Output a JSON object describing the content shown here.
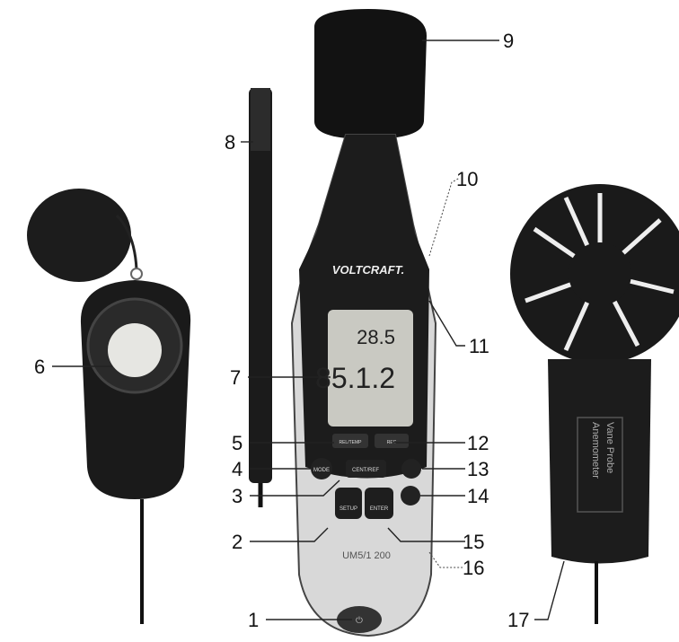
{
  "device": {
    "brand": "VOLTCRAFT.",
    "model": "UM5/1 200",
    "display_top": "28.5",
    "display_main": "85.1.2",
    "buttons": {
      "mode": "MODE",
      "left_top": "REL/TEMP",
      "right_top": "REC",
      "center": "CENT/REF",
      "setup": "SETUP",
      "enter": "ENTER"
    }
  },
  "probe_label": [
    "Anemometer",
    "Vane Probe"
  ],
  "callouts": [
    "1",
    "2",
    "3",
    "4",
    "5",
    "6",
    "7",
    "8",
    "9",
    "10",
    "11",
    "12",
    "13",
    "14",
    "15",
    "16",
    "17"
  ],
  "colors": {
    "body_dark": "#1e1e1e",
    "body_light": "#d8d8d8",
    "display": "#c9c9c2",
    "lens": "#e6e6e2"
  }
}
